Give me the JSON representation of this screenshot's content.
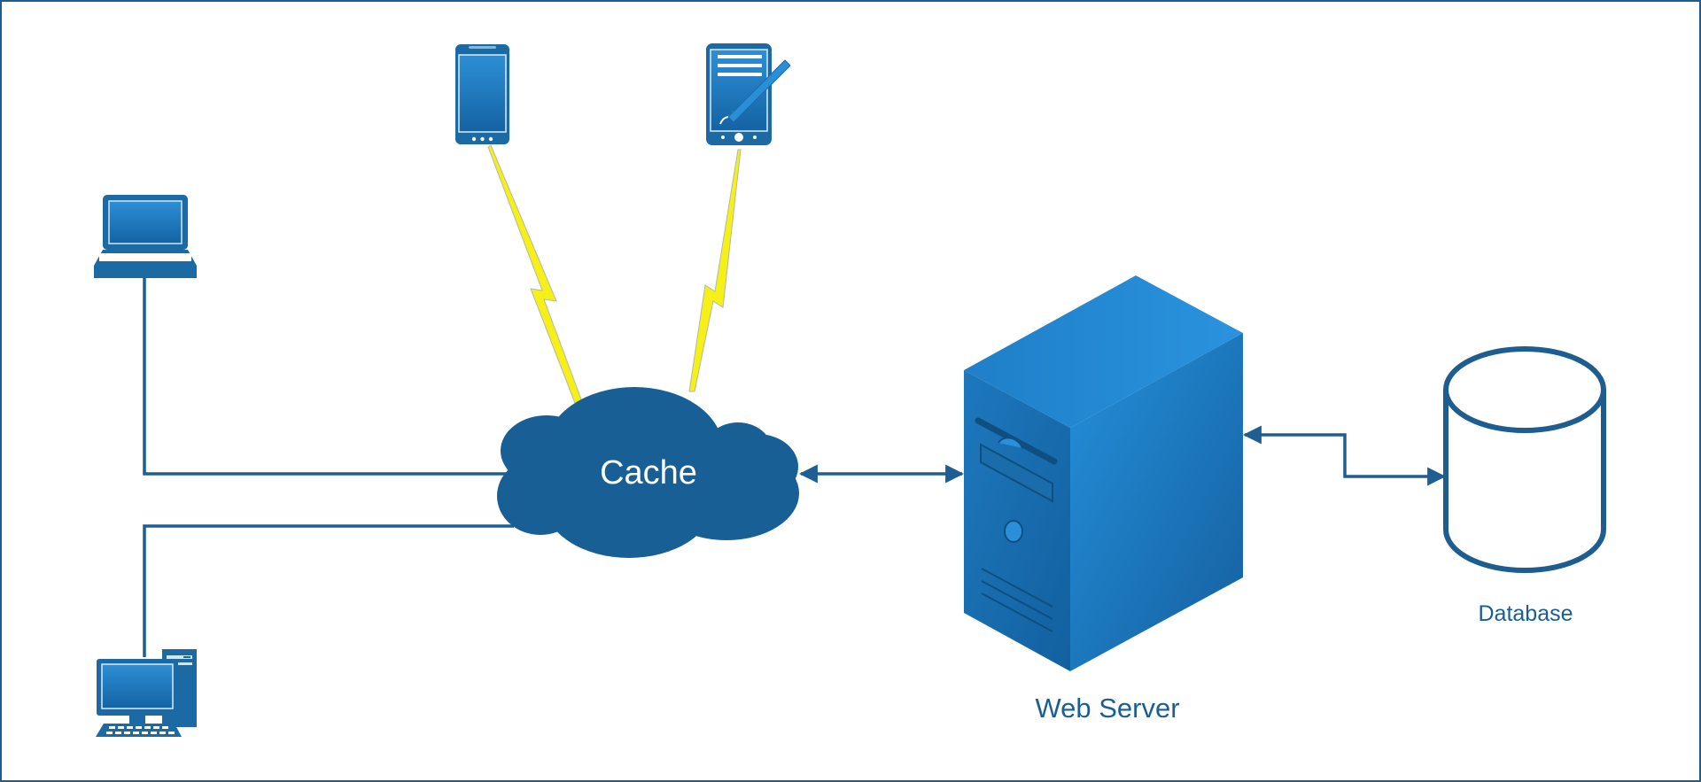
{
  "labels": {
    "cache": "Cache",
    "web_server": "Web Server",
    "database": "Database"
  },
  "icons": {
    "laptop": "laptop-icon",
    "smartphone": "smartphone-icon",
    "tablet": "tablet-icon",
    "desktop": "desktop-computer-icon",
    "cloud": "cloud-icon",
    "server": "server-tower-icon",
    "database": "database-cylinder-icon",
    "wireless": "lightning-bolt-icon"
  },
  "colors": {
    "primary": "#1b6aa3",
    "line": "#1e5f93",
    "bolt": "#f4f018",
    "border": "#1d5d8f"
  }
}
